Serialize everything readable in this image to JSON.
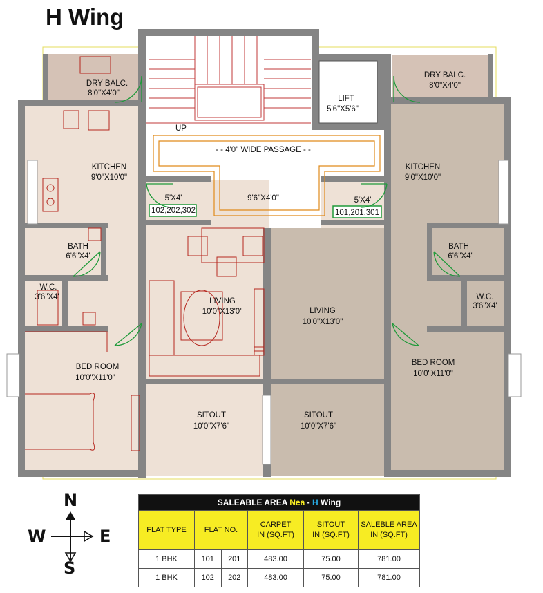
{
  "title": "H Wing",
  "compass": {
    "north": "N",
    "south": "S",
    "east": "E",
    "west": "W"
  },
  "rooms": {
    "dry_balc_left": {
      "name": "DRY BALC.",
      "size": "8'0\"X4'0\""
    },
    "dry_balc_right": {
      "name": "DRY BALC.",
      "size": "8'0\"X4'0\""
    },
    "lift": {
      "name": "LIFT",
      "size": "5'6\"X5'6\""
    },
    "up": "UP",
    "passage": "- - 4'0\" WIDE PASSAGE - -",
    "passage_size": "9'6\"X4'0\"",
    "kitchen_left": {
      "name": "KITCHEN",
      "size": "9'0\"X10'0\""
    },
    "kitchen_right": {
      "name": "KITCHEN",
      "size": "9'0\"X10'0\""
    },
    "lobby_left": {
      "size": "5'X4'",
      "flats": "102,202,302"
    },
    "lobby_right": {
      "size": "5'X4'",
      "flats": "101,201,301"
    },
    "bath_left": {
      "name": "BATH",
      "size": "6'6\"X4'"
    },
    "bath_right": {
      "name": "BATH",
      "size": "6'6\"X4'"
    },
    "wc_left": {
      "name": "W.C.",
      "size": "3'6\"X4'"
    },
    "wc_right": {
      "name": "W.C.",
      "size": "3'6\"X4'"
    },
    "living_left": {
      "name": "LIVING",
      "size": "10'0\"X13'0\""
    },
    "living_right": {
      "name": "LIVING",
      "size": "10'0\"X13'0\""
    },
    "bed_left": {
      "name": "BED ROOM",
      "size": "10'0\"X11'0\""
    },
    "bed_right": {
      "name": "BED ROOM",
      "size": "10'0\"X11'0\""
    },
    "sitout_left": {
      "name": "SITOUT",
      "size": "10'0\"X7'6\""
    },
    "sitout_right": {
      "name": "SITOUT",
      "size": "10'0\"X7'6\""
    }
  },
  "table": {
    "heading_prefix": "SALEABLE AREA",
    "heading_mid": "Nea",
    "heading_sep": "-",
    "heading_wing": "H",
    "heading_suffix": "Wing",
    "col_flat_type": "FLAT TYPE",
    "col_flat_no": "FLAT NO.",
    "col_carpet_1": "CARPET",
    "col_carpet_2": "IN (SQ.FT)",
    "col_sitout_1": "SITOUT",
    "col_sitout_2": "IN (SQ.FT)",
    "col_saleable_1": "SALEBLE AREA",
    "col_saleable_2": "IN (SQ.FT)",
    "rows": [
      {
        "type": "1 BHK",
        "no1": "101",
        "no2": "201",
        "carpet": "483.00",
        "sitout": "75.00",
        "saleable": "781.00"
      },
      {
        "type": "1 BHK",
        "no1": "102",
        "no2": "202",
        "carpet": "483.00",
        "sitout": "75.00",
        "saleable": "781.00"
      }
    ]
  },
  "colors": {
    "wall": "#858585",
    "left_floor": "#eee1d6",
    "right_floor": "#c9bcae",
    "balcony": "#d5c2b6",
    "furniture": "#b5261e",
    "door": "#1f9a3a",
    "passage_line": "#e08a1a",
    "table_header": "#111111",
    "table_col": "#f7ec23"
  }
}
